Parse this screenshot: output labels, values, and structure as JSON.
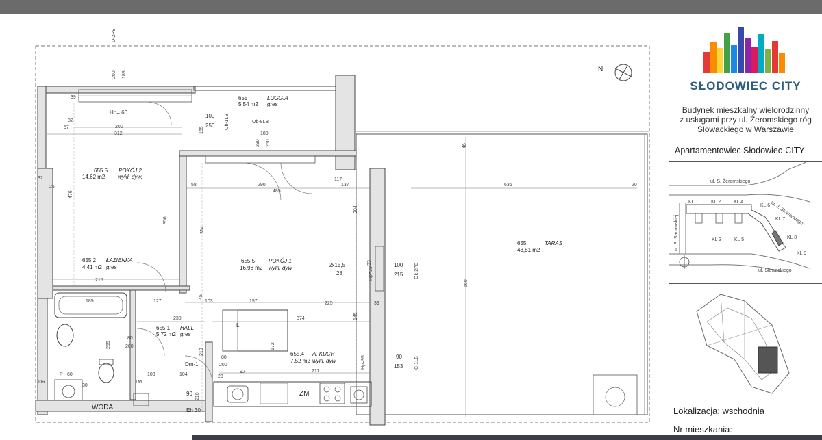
{
  "logo": {
    "name": "SŁODOWIEC CITY",
    "colors": [
      "#e53935",
      "#fb8c00",
      "#fdd835",
      "#43a047",
      "#1e88e5",
      "#3949ab",
      "#8e24aa",
      "#d81b60",
      "#00acc1",
      "#7cb342"
    ]
  },
  "building": {
    "description_lines": [
      "Budynek mieszkalny wielorodzinny",
      "z usługami przy ul. Żeromskiego róg",
      "Słowackiego w Warszawie"
    ],
    "project_title": "Apartamentowiec Słodowiec-CITY"
  },
  "location": {
    "label": "Lokalizacja: wschodnia",
    "apartment_label": "Nr mieszkania:"
  },
  "site_map": {
    "streets": [
      "ul. S. Żeromskiego",
      "ul. J. Słowackiego",
      "ul. B. Sadowskiej",
      "ul. Słowackiego"
    ],
    "units": [
      "KL 1",
      "KL 2",
      "KL 4",
      "KL 6",
      "KL 7",
      "KL 8",
      "KL 9",
      "KL 3",
      "KL 5"
    ]
  },
  "plan": {
    "north": "N",
    "rooms": [
      {
        "num": "655",
        "name": "LOGGIA",
        "area": "5,54 m2",
        "floor": "gres"
      },
      {
        "num": "655.5",
        "name": "POKÓJ 2",
        "area": "14,62 m2",
        "floor": "wykł. dyw."
      },
      {
        "num": "655.2",
        "name": "ŁAZIENKA",
        "area": "4,41 m2",
        "floor": "gres"
      },
      {
        "num": "655.5",
        "name": "POKÓJ 1",
        "area": "16,98 m2",
        "floor": "wykł. dyw."
      },
      {
        "num": "655.1",
        "name": "HALL",
        "area": "5,72 m2",
        "floor": "gres"
      },
      {
        "num": "655.4",
        "name": "A. KUCH",
        "area": "7,52 m2",
        "floor": "wykł. dyw."
      },
      {
        "num": "655",
        "name": "TARAS",
        "area": "43,81 m2",
        "floor": ""
      }
    ],
    "labels": {
      "d2pb": "D-2PB",
      "d2pb_v1": "200",
      "d2pb_v2": "188",
      "hp60": "Hp= 60",
      "d39": "39",
      "d82": "82",
      "d57": "57",
      "d200": "200",
      "d312": "312",
      "d100": "100",
      "d250": "250",
      "d165": "165",
      "ob1lb": "Ob-1LB",
      "ob8lb": "Ob-8LB",
      "d180": "180",
      "d290": "290",
      "d250b": "250",
      "d46": "46",
      "d117": "117",
      "d137": "137",
      "d636": "636",
      "d20": "20",
      "d32": "32",
      "d25": "25",
      "d476": "476",
      "d356": "356",
      "d58": "58",
      "d290b": "290",
      "d485": "485",
      "d314": "314",
      "d204": "204",
      "d660": "660",
      "d2x": "2x15,5",
      "d28": "28",
      "d33": "33",
      "hp33": "Hp=33",
      "d100b": "100",
      "d215": "215",
      "ok2pb": "Ok-2PB",
      "d215b": "215",
      "d185": "185",
      "d127": "127",
      "d45": "45",
      "d103": "103",
      "d157": "157",
      "d225": "225",
      "d39b": "39",
      "d230": "230",
      "d374": "374",
      "d145": "145",
      "d172": "172",
      "d255": "255",
      "d80": "80",
      "d200b": "200",
      "d90": "90",
      "d153": "153",
      "c1lb": "C-1LB",
      "hp95": "Hp=95",
      "d211": "211",
      "d210": "210",
      "d80b": "80",
      "d200c": "200",
      "dm1": "Dm-1",
      "d92": "92",
      "d23": "23",
      "d103b": "103",
      "d104": "104",
      "d60": "60",
      "d30": "30",
      "tm": "TM",
      "p": "P",
      "zm": "ZM",
      "d90b": "90",
      "d210b": "210",
      "eh30": "Eh 30",
      "woda": "WODA",
      "dr": "DR",
      "l": "L"
    }
  }
}
